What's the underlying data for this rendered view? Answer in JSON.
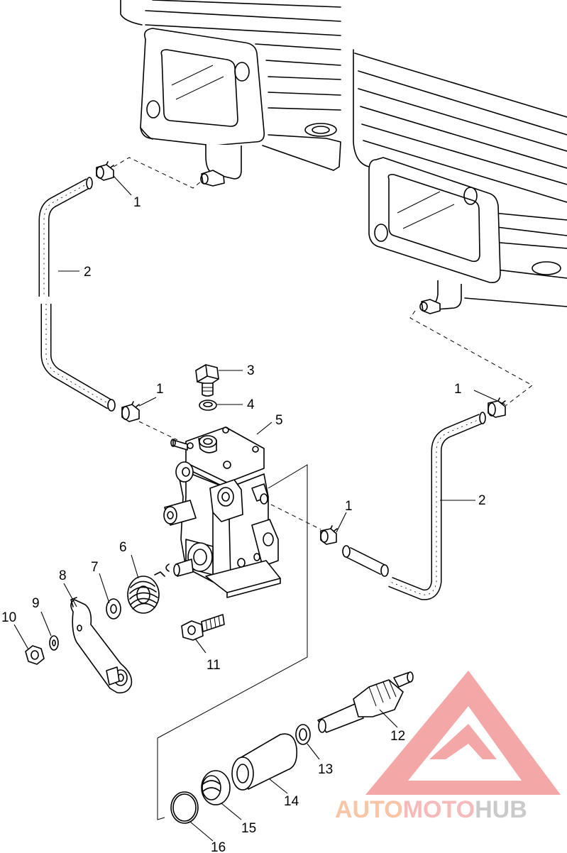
{
  "callouts": {
    "c1a": "1",
    "c2a": "2",
    "c1b": "1",
    "c3": "3",
    "c4": "4",
    "c5": "5",
    "c1c": "1",
    "c2b": "2",
    "c1d": "1",
    "c6": "6",
    "c7": "7",
    "c8": "8",
    "c9": "9",
    "c10": "10",
    "c11": "11",
    "c12": "12",
    "c13": "13",
    "c14": "14",
    "c15": "15",
    "c16": "16"
  },
  "watermark": {
    "part1": "AUTO",
    "part2": "MOTO",
    "part3": "HUB",
    "colors": {
      "triangle": "#f08a8a",
      "auto": "#f7b28a",
      "moto": "#f4a3a3",
      "hub": "#b9b9b9"
    }
  }
}
